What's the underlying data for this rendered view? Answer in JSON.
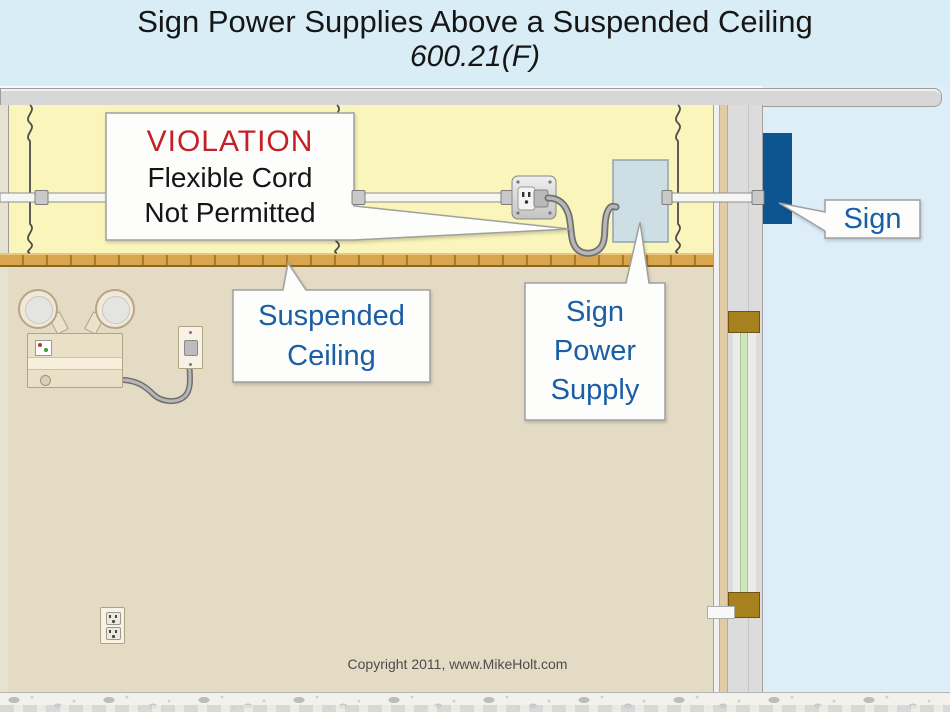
{
  "title": {
    "line1": "Sign Power Supplies Above a Suspended Ceiling",
    "line2": "600.21(F)"
  },
  "callouts": {
    "violation": {
      "heading": "VIOLATION",
      "line1": "Flexible Cord",
      "line2": "Not Permitted"
    },
    "suspended_ceiling": {
      "line1": "Suspended",
      "line2": "Ceiling"
    },
    "sign_power_supply": {
      "line1": "Sign",
      "line2": "Power",
      "line3": "Supply"
    },
    "sign": {
      "label": "Sign"
    }
  },
  "footer": {
    "copyright": "Copyright 2011, www.MikeHolt.com"
  },
  "colors": {
    "title_background": "#d8edf6",
    "plenum_yellow": "#f9f5bb",
    "room_tan": "#e4dbc4",
    "sky_blue": "#ddeef8",
    "ceiling_grid_orange": "#d9a54e",
    "sign_blue": "#0d5590",
    "label_text_blue": "#1a5fa5",
    "violation_red": "#c32127",
    "slab_gray": "#d7d7d7"
  }
}
